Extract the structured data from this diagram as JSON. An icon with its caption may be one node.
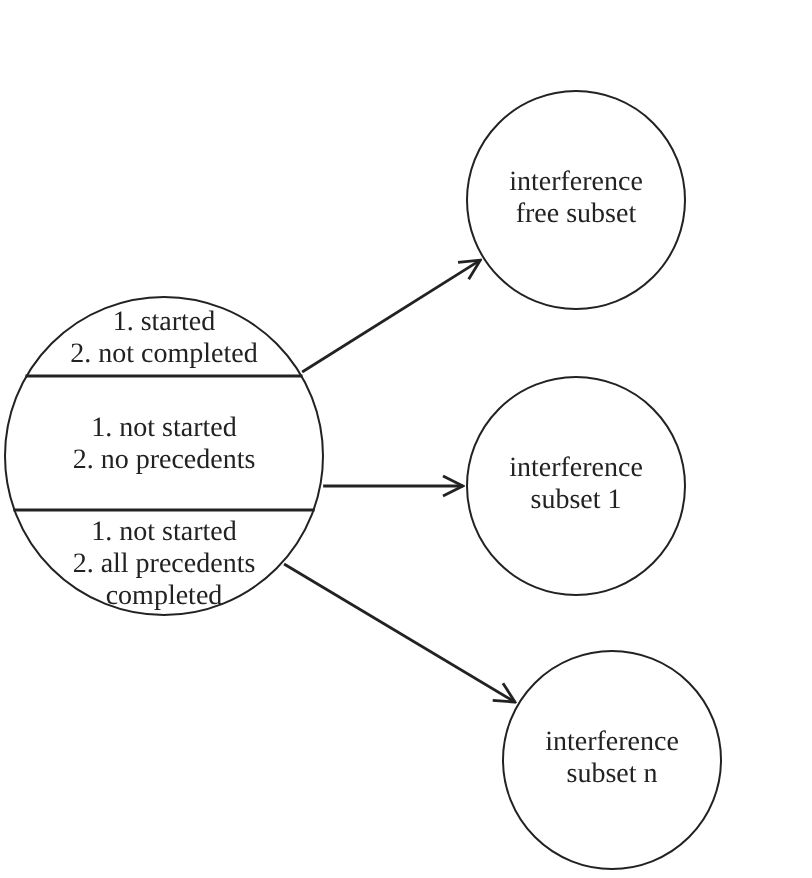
{
  "diagram": {
    "nodes": [
      {
        "text": [],
        "shape": "circle"
      },
      {
        "text": [
          "1. started",
          "2. not completed"
        ],
        "in": 0
      },
      {
        "text": [
          "1. not started",
          "2. no precedents"
        ],
        "in": 0
      },
      {
        "text": [
          "1. not started",
          "2. all precedents completed"
        ],
        "in": 0
      },
      {
        "text": [
          "interference free subset"
        ]
      },
      {
        "text": [
          "interference subset 1"
        ]
      },
      {
        "text": [
          "interference subset n"
        ]
      }
    ],
    "edges": [
      {
        "from": 1,
        "to": 4,
        "arrow": "to"
      },
      {
        "from": 2,
        "to": 5,
        "arrow": "to"
      },
      {
        "from": 3,
        "to": 6,
        "arrow": "to"
      }
    ]
  }
}
